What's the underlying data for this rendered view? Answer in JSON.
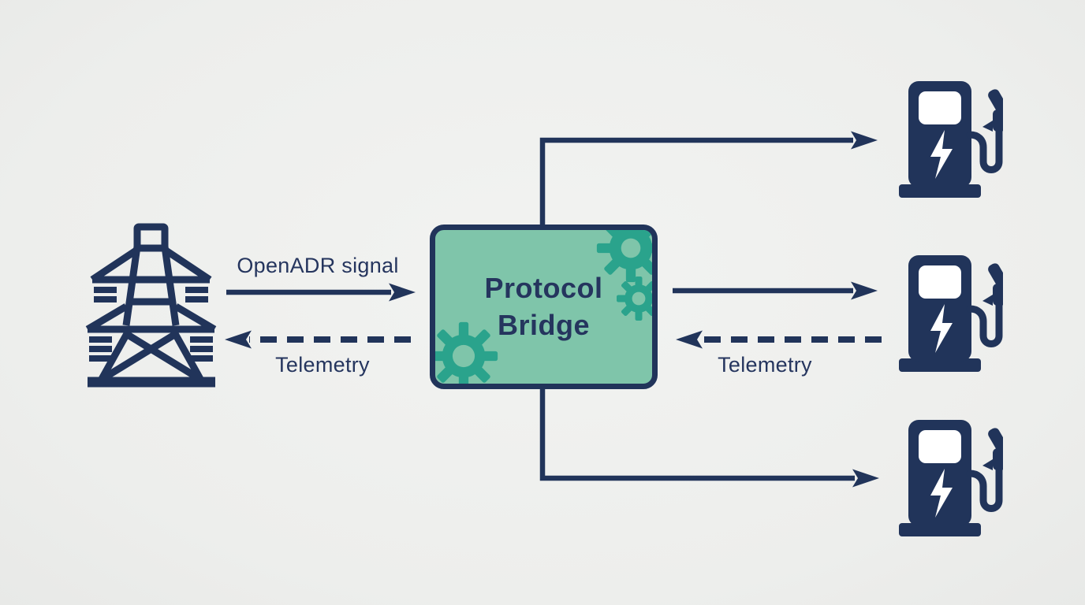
{
  "colors": {
    "background": "#edeeec",
    "navy": "#21345a",
    "box-fill": "#7fc5aa",
    "gear-teal": "#2aa38c",
    "screen-white": "#ffffff",
    "text-navy": "#25355e"
  },
  "nodes": {
    "grid": {
      "icon": "transmission-tower-icon"
    },
    "bridge": {
      "label": "Protocol Bridge",
      "decor_icons": [
        "gear-icon",
        "gear-icon",
        "gear-icon"
      ]
    },
    "chargers": [
      {
        "icon": "ev-charging-station-icon"
      },
      {
        "icon": "ev-charging-station-icon"
      },
      {
        "icon": "ev-charging-station-icon"
      }
    ]
  },
  "edges": {
    "openadr": {
      "label": "OpenADR signal",
      "style": "solid"
    },
    "telemetry_left": {
      "label": "Telemetry",
      "style": "dashed"
    },
    "telemetry_right": {
      "label": "Telemetry",
      "style": "dashed"
    },
    "bridge_to_charger_1": {
      "style": "solid"
    },
    "bridge_to_charger_2": {
      "style": "solid"
    },
    "bridge_to_charger_3": {
      "style": "solid"
    }
  }
}
